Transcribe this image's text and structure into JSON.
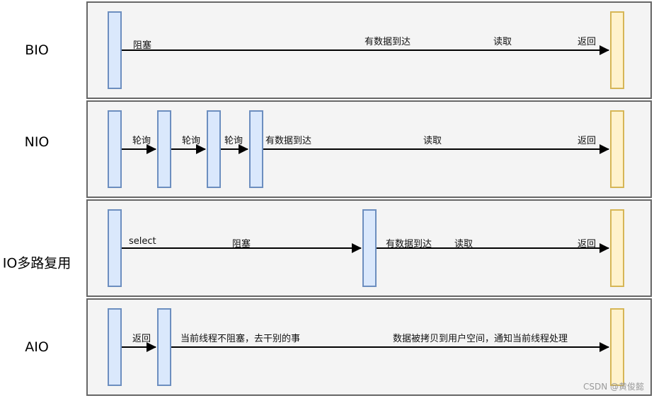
{
  "lanes": [
    {
      "label": "BIO",
      "texts": [
        "阻塞",
        "有数据到达",
        "读取",
        "返回"
      ]
    },
    {
      "label": "NIO",
      "texts": [
        "轮询",
        "轮询",
        "轮询",
        "有数据到达",
        "读取",
        "返回"
      ]
    },
    {
      "label": "IO多路复用",
      "texts": [
        "select",
        "阻塞",
        "有数据到达",
        "读取",
        "返回"
      ]
    },
    {
      "label": "AIO",
      "texts": [
        "返回",
        "当前线程不阻塞，去干别的事",
        "数据被拷贝到用户空间，通知当前线程处理"
      ]
    }
  ],
  "watermark": "CSDN @黄俊懿",
  "colors": {
    "blue_fill": "#dae8fc",
    "blue_stroke": "#6c8ebf",
    "yellow_fill": "#fff2cc",
    "yellow_stroke": "#d6b656",
    "lane_fill": "#f4f4f4",
    "lane_stroke": "#666666"
  }
}
